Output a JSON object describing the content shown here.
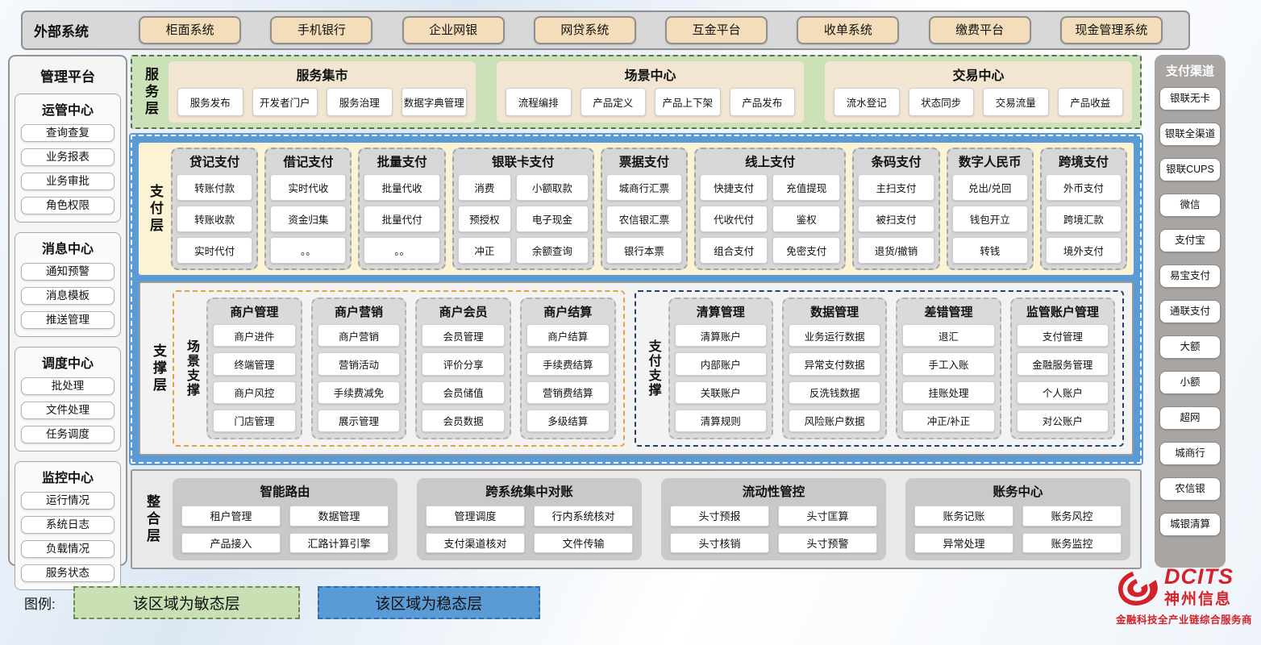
{
  "external_systems": {
    "label": "外部系统",
    "items": [
      "柜面系统",
      "手机银行",
      "企业网银",
      "网贷系统",
      "互金平台",
      "收单系统",
      "缴费平台",
      "现金管理系统"
    ]
  },
  "management_platform": {
    "title": "管理平台",
    "sections": [
      {
        "title": "运管中心",
        "items": [
          "查询查复",
          "业务报表",
          "业务审批",
          "角色权限"
        ]
      },
      {
        "title": "消息中心",
        "items": [
          "通知预警",
          "消息模板",
          "推送管理"
        ]
      },
      {
        "title": "调度中心",
        "items": [
          "批处理",
          "文件处理",
          "任务调度"
        ]
      },
      {
        "title": "监控中心",
        "items": [
          "运行情况",
          "系统日志",
          "负载情况",
          "服务状态"
        ]
      }
    ]
  },
  "service_layer": {
    "label": "服务层",
    "groups": [
      {
        "title": "服务集市",
        "items": [
          "服务发布",
          "开发者门户",
          "服务治理",
          "数据字典管理"
        ]
      },
      {
        "title": "场景中心",
        "items": [
          "流程编排",
          "产品定义",
          "产品上下架",
          "产品发布"
        ]
      },
      {
        "title": "交易中心",
        "items": [
          "流水登记",
          "状态同步",
          "交易流量",
          "产品收益"
        ]
      }
    ]
  },
  "payment_layer": {
    "label": "支付层",
    "columns": [
      {
        "title": "贷记支付",
        "items": [
          "转账付款",
          "转账收款",
          "实时代付"
        ]
      },
      {
        "title": "借记支付",
        "items": [
          "实时代收",
          "资金归集",
          "。。"
        ]
      },
      {
        "title": "批量支付",
        "items": [
          "批量代收",
          "批量代付",
          "。。"
        ]
      },
      {
        "title": "银联卡支付",
        "items": [
          "消费",
          "小额取款",
          "预授权",
          "电子现金",
          "冲正",
          "余额查询"
        ]
      },
      {
        "title": "票据支付",
        "items": [
          "城商行汇票",
          "农信银汇票",
          "银行本票"
        ]
      },
      {
        "title": "线上支付",
        "items": [
          "快捷支付",
          "充值提现",
          "代收代付",
          "鉴权",
          "组合支付",
          "免密支付"
        ]
      },
      {
        "title": "条码支付",
        "items": [
          "主扫支付",
          "被扫支付",
          "退货/撤销"
        ]
      },
      {
        "title": "数字人民币",
        "items": [
          "兑出/兑回",
          "钱包开立",
          "转钱"
        ]
      },
      {
        "title": "跨境支付",
        "items": [
          "外币支付",
          "跨境汇款",
          "境外支付"
        ]
      }
    ]
  },
  "support_layer": {
    "label": "支撑层",
    "groups": [
      {
        "label": "场景支撑",
        "columns": [
          {
            "title": "商户管理",
            "items": [
              "商户进件",
              "终端管理",
              "商户风控",
              "门店管理"
            ]
          },
          {
            "title": "商户营销",
            "items": [
              "商户营销",
              "营销活动",
              "手续费减免",
              "展示管理"
            ]
          },
          {
            "title": "商户会员",
            "items": [
              "会员管理",
              "评价分享",
              "会员储值",
              "会员数据"
            ]
          },
          {
            "title": "商户结算",
            "items": [
              "商户结算",
              "手续费结算",
              "营销费结算",
              "多级结算"
            ]
          }
        ]
      },
      {
        "label": "支付支撑",
        "columns": [
          {
            "title": "清算管理",
            "items": [
              "清算账户",
              "内部账户",
              "关联账户",
              "清算规则"
            ]
          },
          {
            "title": "数据管理",
            "items": [
              "业务运行数据",
              "异常支付数据",
              "反洗钱数据",
              "风险账户数据"
            ]
          },
          {
            "title": "差错管理",
            "items": [
              "退汇",
              "手工入账",
              "挂账处理",
              "冲正/补正"
            ]
          },
          {
            "title": "监管账户管理",
            "items": [
              "支付管理",
              "金融服务管理",
              "个人账户",
              "对公账户"
            ]
          }
        ]
      }
    ]
  },
  "integration_layer": {
    "label": "整合层",
    "groups": [
      {
        "title": "智能路由",
        "items": [
          "租户管理",
          "数据管理",
          "产品接入",
          "汇路计算引擎"
        ]
      },
      {
        "title": "跨系统集中对账",
        "items": [
          "管理调度",
          "行内系统核对",
          "支付渠道核对",
          "文件传输"
        ]
      },
      {
        "title": "流动性管控",
        "items": [
          "头寸预报",
          "头寸匡算",
          "头寸核销",
          "头寸预警"
        ]
      },
      {
        "title": "账务中心",
        "items": [
          "账务记账",
          "账务风控",
          "异常处理",
          "账务监控"
        ]
      }
    ]
  },
  "payment_channels": {
    "title": "支付渠道",
    "items": [
      "银联无卡",
      "银联全渠道",
      "银联CUPS",
      "微信",
      "支付宝",
      "易宝支付",
      "通联支付",
      "大额",
      "小额",
      "超网",
      "城商行",
      "农信银",
      "城银清算"
    ]
  },
  "legend": {
    "label": "图例:",
    "agile": "该区域为敏态层",
    "stable": "该区域为稳态层"
  },
  "logo": {
    "brand": "DCITS",
    "company": "神州信息",
    "tagline": "金融科技全产业链综合服务商"
  },
  "colors": {
    "agile_layer_green": "#CBE2B8",
    "stable_layer_blue": "#5B9BD5",
    "section_tan": "#F2E5D2",
    "external_button_tan": "#F4DDBA",
    "payment_layer_cream": "#FCF3D5",
    "scene_support_accent": "#E6A23C",
    "payment_support_accent": "#24406E",
    "brand_red": "#D2232A"
  }
}
